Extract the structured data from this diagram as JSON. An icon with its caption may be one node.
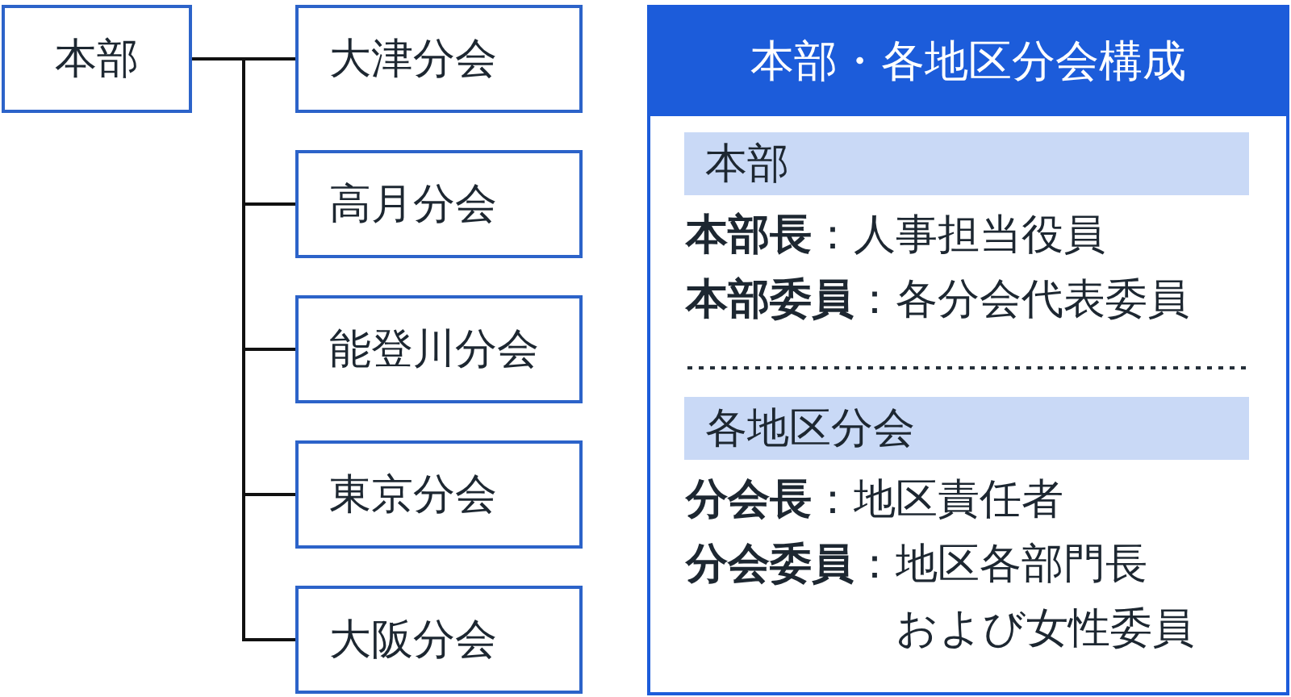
{
  "diagram": {
    "nodes": [
      {
        "text": [
          "本部"
        ]
      },
      {
        "text": [
          "大津分会"
        ]
      },
      {
        "text": [
          "高月分会"
        ]
      },
      {
        "text": [
          "能登川分会"
        ]
      },
      {
        "text": [
          "東京分会"
        ]
      },
      {
        "text": [
          "大阪分会"
        ]
      },
      {
        "text": [
          "本部・各地区分会構成",
          "**本部長**：人事担当役員",
          "**本部委員**：各分会代表委員",
          "**分会長**：地区責任者",
          "**分会委員**：地区各部門長および女性委員"
        ]
      },
      {
        "text": [
          "本部"
        ],
        "in": 6
      },
      {
        "text": [
          "各地区分会"
        ],
        "in": 6
      }
    ],
    "edges": [
      {
        "from": 0,
        "to": 1,
        "arrow": "none"
      },
      {
        "from": 0,
        "to": 2,
        "arrow": "none"
      },
      {
        "from": 0,
        "to": 3,
        "arrow": "none"
      },
      {
        "from": 0,
        "to": 4,
        "arrow": "none"
      },
      {
        "from": 0,
        "to": 5,
        "arrow": "none"
      }
    ]
  }
}
